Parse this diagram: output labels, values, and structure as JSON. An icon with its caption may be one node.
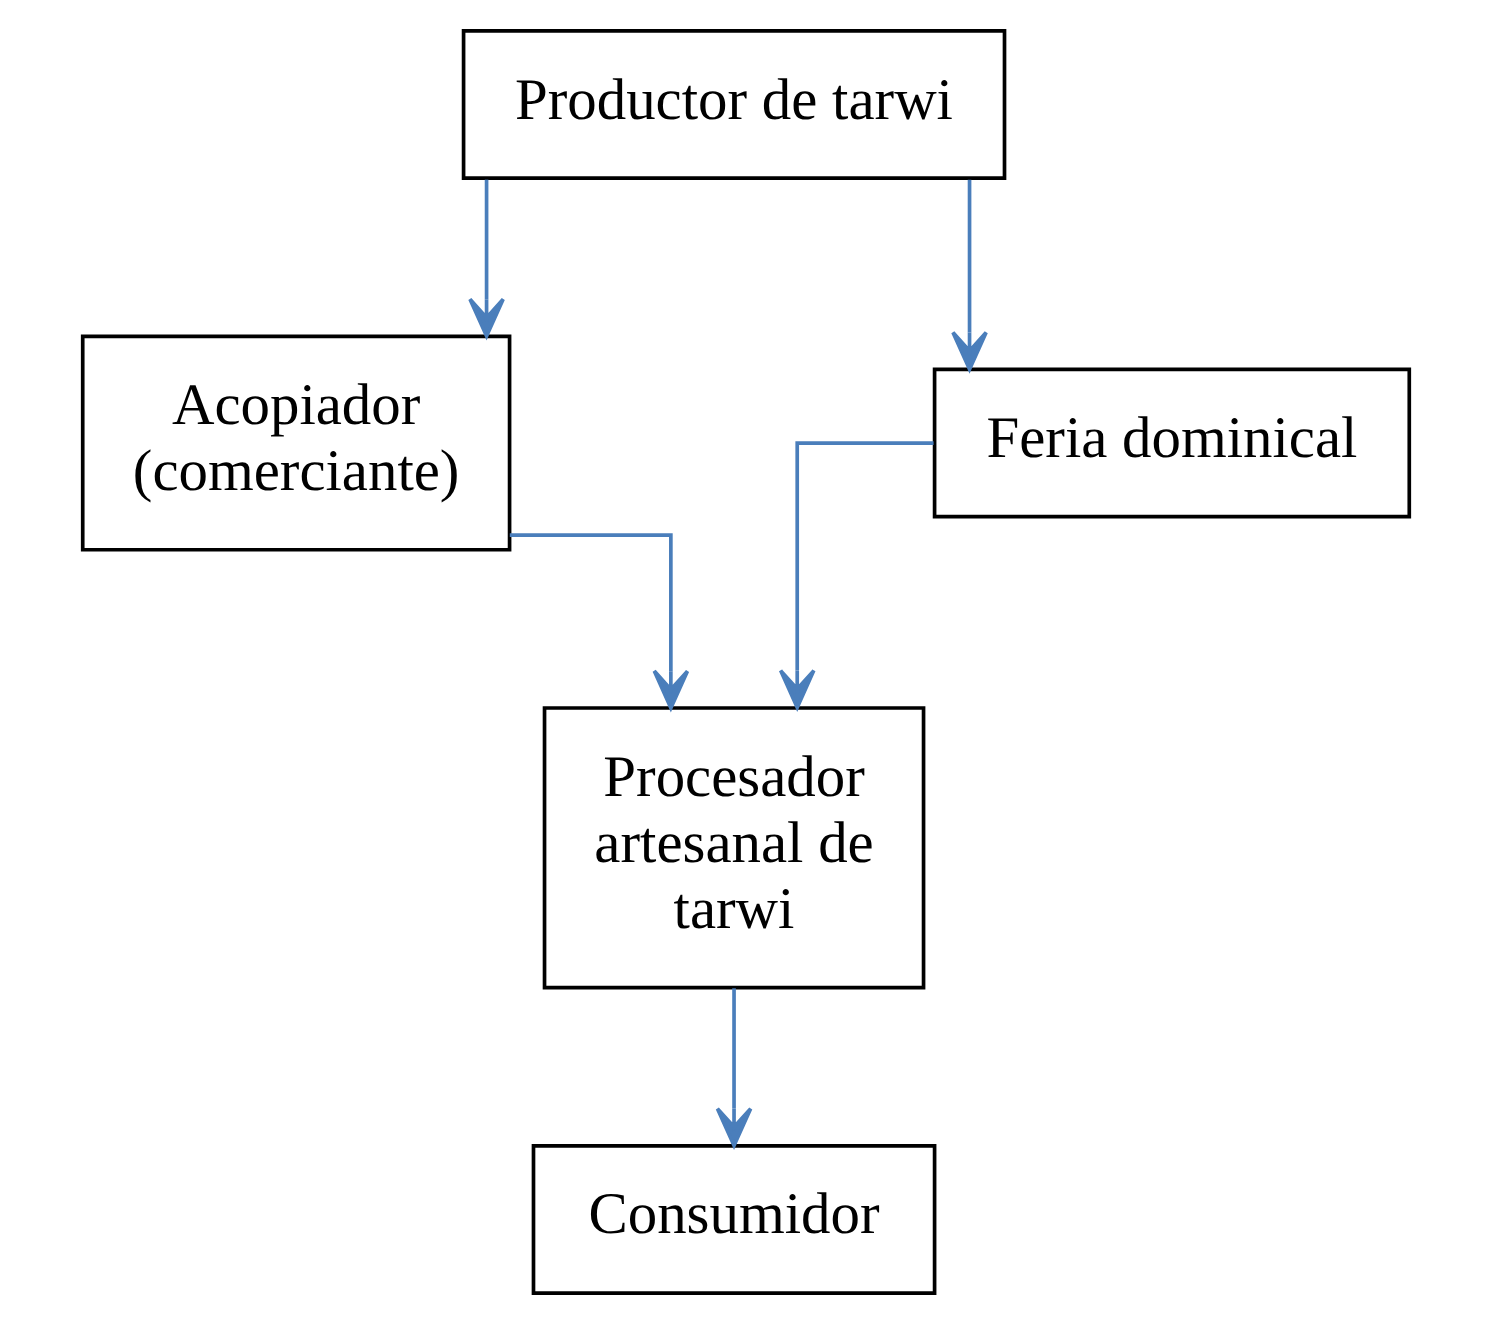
{
  "diagram": {
    "nodes": [
      {
        "text": [
          "Productor de tarwi"
        ]
      },
      {
        "text": [
          "Acopiador (comerciante)"
        ]
      },
      {
        "text": [
          "Feria dominical"
        ]
      },
      {
        "text": [
          "Procesador artesanal de tarwi"
        ]
      },
      {
        "text": [
          "Consumidor"
        ]
      }
    ],
    "edges": [
      {
        "from": 0,
        "to": 1,
        "arrow": "to"
      },
      {
        "from": 0,
        "to": 2,
        "arrow": "to"
      },
      {
        "from": 1,
        "to": 3,
        "arrow": "to"
      },
      {
        "from": 2,
        "to": 3,
        "arrow": "to"
      },
      {
        "from": 3,
        "to": 4,
        "arrow": "to"
      }
    ]
  }
}
